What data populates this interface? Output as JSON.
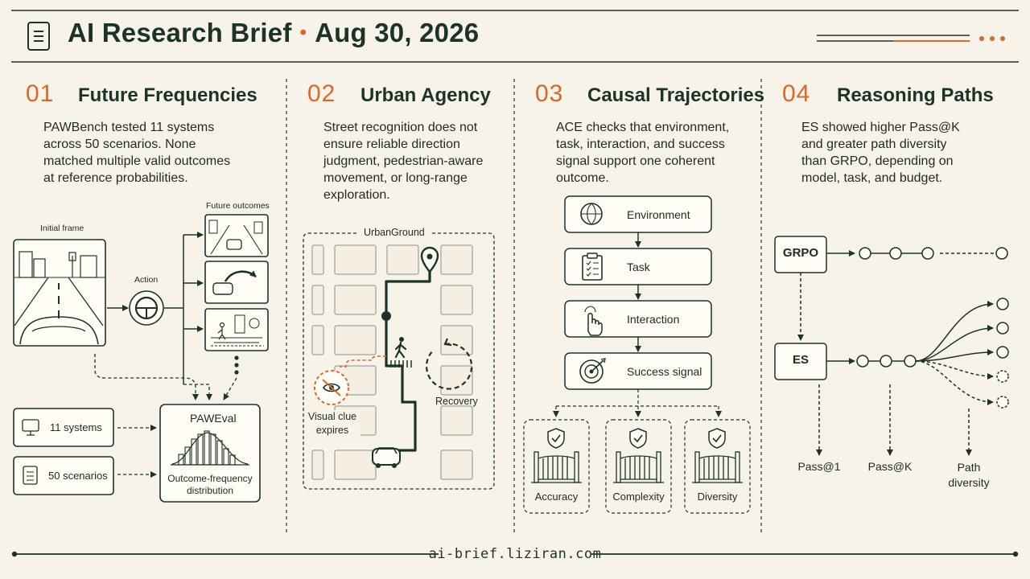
{
  "header": {
    "title": "AI Research Brief",
    "separator": "•",
    "date": "Aug 30, 2026"
  },
  "colors": {
    "accent": "#d9682a",
    "ink": "#1c3428",
    "background": "#f7f3e8"
  },
  "sections": [
    {
      "number": "01",
      "title": "Future Frequencies",
      "text": "PAWBench tested 11 systems across 50 scenarios. None matched multiple valid outcomes at reference probabilities.",
      "diagram": {
        "initial_frame_label": "Initial frame",
        "action_label": "Action",
        "future_outcomes_label": "Future outcomes",
        "systems_label": "11 systems",
        "scenarios_label": "50 scenarios",
        "eval_title": "PAWEval",
        "eval_caption": "Outcome-frequency distribution"
      }
    },
    {
      "number": "02",
      "title": "Urban Agency",
      "text": "Street recognition does not ensure reliable direction judgment, pedestrian-aware movement, or long-range exploration.",
      "diagram": {
        "map_label": "UrbanGround",
        "visual_clue_label": "Visual clue expires",
        "recovery_label": "Recovery"
      }
    },
    {
      "number": "03",
      "title": "Causal Trajectories",
      "text": "ACE checks that environment, task, interaction, and success signal support one coherent outcome.",
      "diagram": {
        "steps": [
          "Environment",
          "Task",
          "Interaction",
          "Success signal"
        ],
        "checks": [
          "Accuracy",
          "Complexity",
          "Diversity"
        ]
      }
    },
    {
      "number": "04",
      "title": "Reasoning Paths",
      "text": "ES showed higher Pass@K and greater path diversity than GRPO, depending on model, task, and budget.",
      "diagram": {
        "grpo_label": "GRPO",
        "es_label": "ES",
        "metrics": [
          "Pass@1",
          "Pass@K",
          "Path diversity"
        ]
      }
    }
  ],
  "footer": {
    "url": "ai-brief.liziran.com"
  }
}
